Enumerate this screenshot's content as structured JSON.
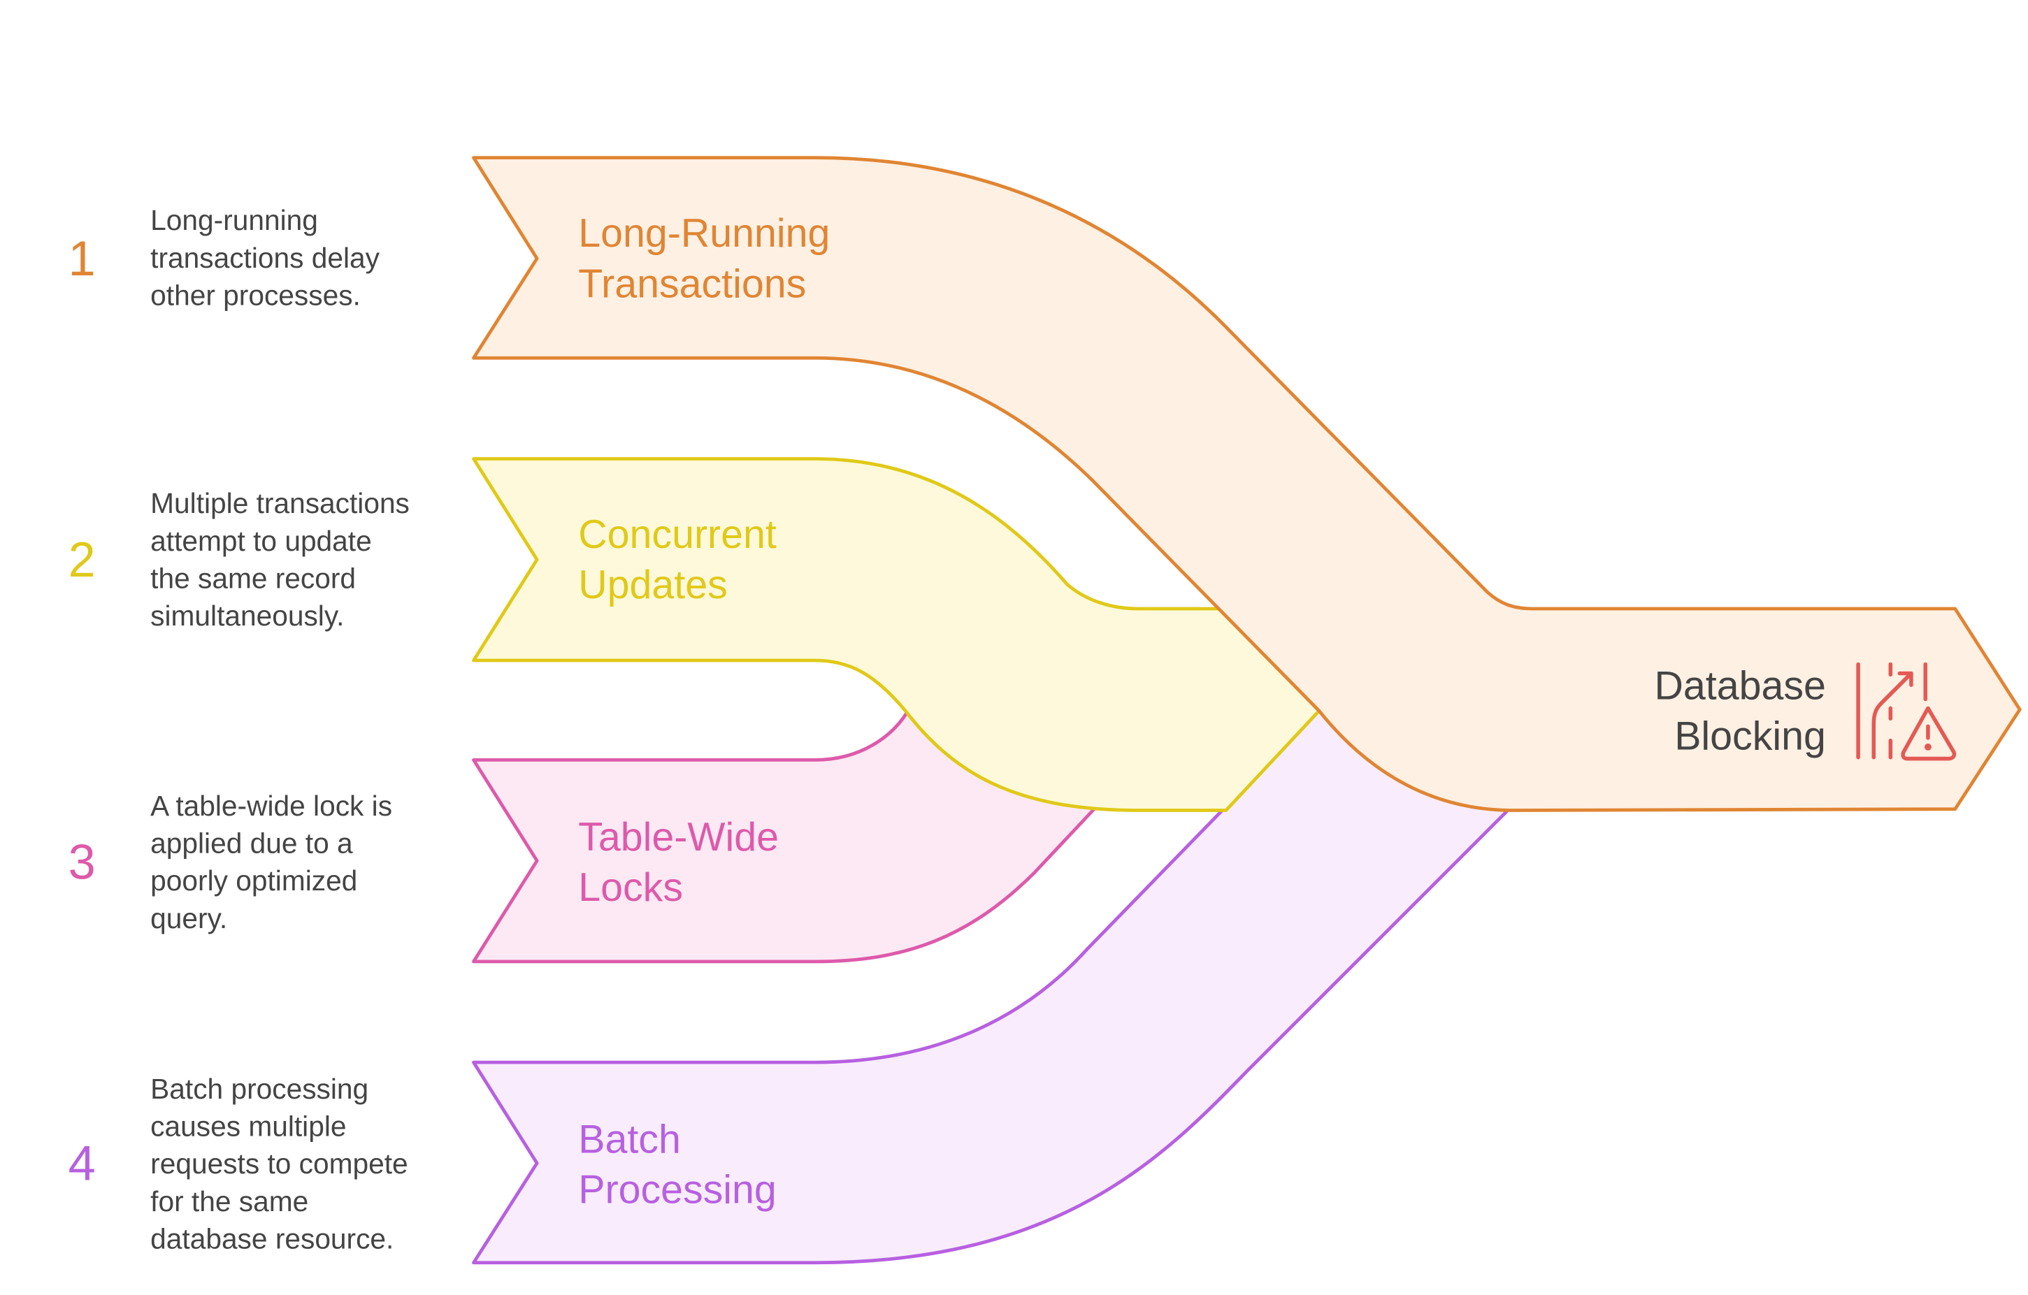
{
  "diagram": {
    "target": {
      "line1": "Database",
      "line2": "Blocking",
      "icon": "road-merge-warning-icon",
      "icon_color": "#e35a55",
      "stroke": "#e08533",
      "fill": "#fef0e3"
    },
    "causes": [
      {
        "number": "1",
        "title_line1": "Long-Running",
        "title_line2": "Transactions",
        "description": [
          "Long-running",
          "transactions delay",
          "other processes."
        ],
        "stroke": "#e08533",
        "fill": "#fef0e3"
      },
      {
        "number": "2",
        "title_line1": "Concurrent",
        "title_line2": "Updates",
        "description": [
          "Multiple transactions",
          "attempt to update",
          "the same record",
          "simultaneously."
        ],
        "stroke": "#e0c918",
        "fill": "#fef9da"
      },
      {
        "number": "3",
        "title_line1": "Table-Wide",
        "title_line2": "Locks",
        "description": [
          "A table-wide lock is",
          "applied due to a",
          "poorly optimized",
          "query."
        ],
        "stroke": "#dd5aaa",
        "fill": "#fde9f4"
      },
      {
        "number": "4",
        "title_line1": "Batch",
        "title_line2": "Processing",
        "description": [
          "Batch processing",
          "causes multiple",
          "requests to compete",
          "for the same",
          "database resource."
        ],
        "stroke": "#b760e0",
        "fill": "#f9edfd"
      }
    ]
  }
}
